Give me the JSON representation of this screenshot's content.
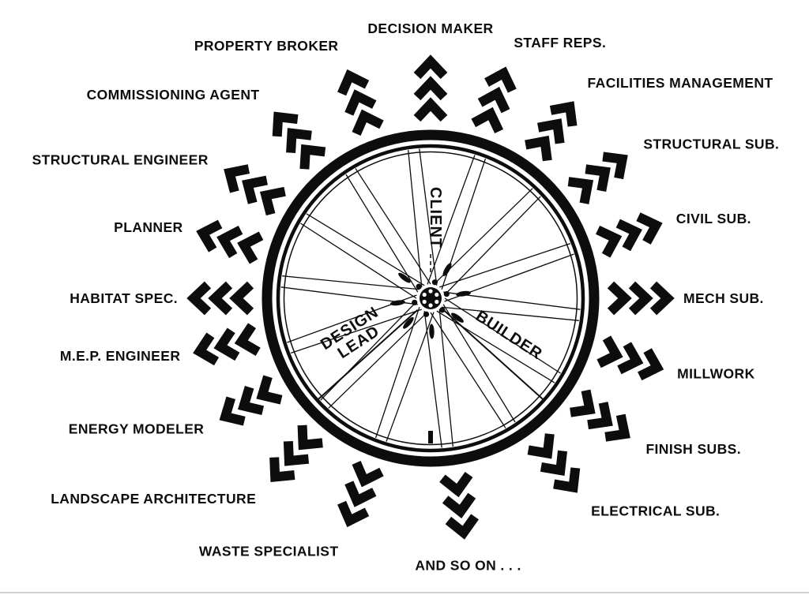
{
  "page": {
    "background": "#ffffff",
    "ink": "#0d0d0d"
  },
  "diagram": {
    "type": "radial-stakeholder-wheel",
    "hub_labels": [
      {
        "id": "client",
        "text": "CLIENT"
      },
      {
        "id": "design-lead",
        "text": "DESIGN LEAD"
      },
      {
        "id": "builder",
        "text": "BUILDER"
      }
    ],
    "stakeholders": [
      {
        "label": "DECISION MAKER",
        "angle": 0
      },
      {
        "label": "STAFF REPS.",
        "angle": 18
      },
      {
        "label": "FACILITIES MANAGEMENT",
        "angle": 36
      },
      {
        "label": "STRUCTURAL SUB.",
        "angle": 54
      },
      {
        "label": "CIVIL SUB.",
        "angle": 72
      },
      {
        "label": "MECH SUB.",
        "angle": 90
      },
      {
        "label": "MILLWORK",
        "angle": 107
      },
      {
        "label": "FINISH SUBS.",
        "angle": 125
      },
      {
        "label": "ELECTRICAL SUB.",
        "angle": 143
      },
      {
        "label": "AND SO ON . . .",
        "angle": 172
      },
      {
        "label": "WASTE SPECIALIST",
        "angle": 200
      },
      {
        "label": "LANDSCAPE ARCHITECTURE",
        "angle": 221
      },
      {
        "label": "ENERGY MODELER",
        "angle": 240
      },
      {
        "label": "M.E.P. ENGINEER",
        "angle": 257
      },
      {
        "label": "HABITAT SPEC.",
        "angle": 270
      },
      {
        "label": "PLANNER",
        "angle": 286
      },
      {
        "label": "STRUCTURAL ENGINEER",
        "angle": 302
      },
      {
        "label": "COMMISSIONING AGENT",
        "angle": 320
      },
      {
        "label": "PROPERTY BROKER",
        "angle": 340
      }
    ]
  }
}
